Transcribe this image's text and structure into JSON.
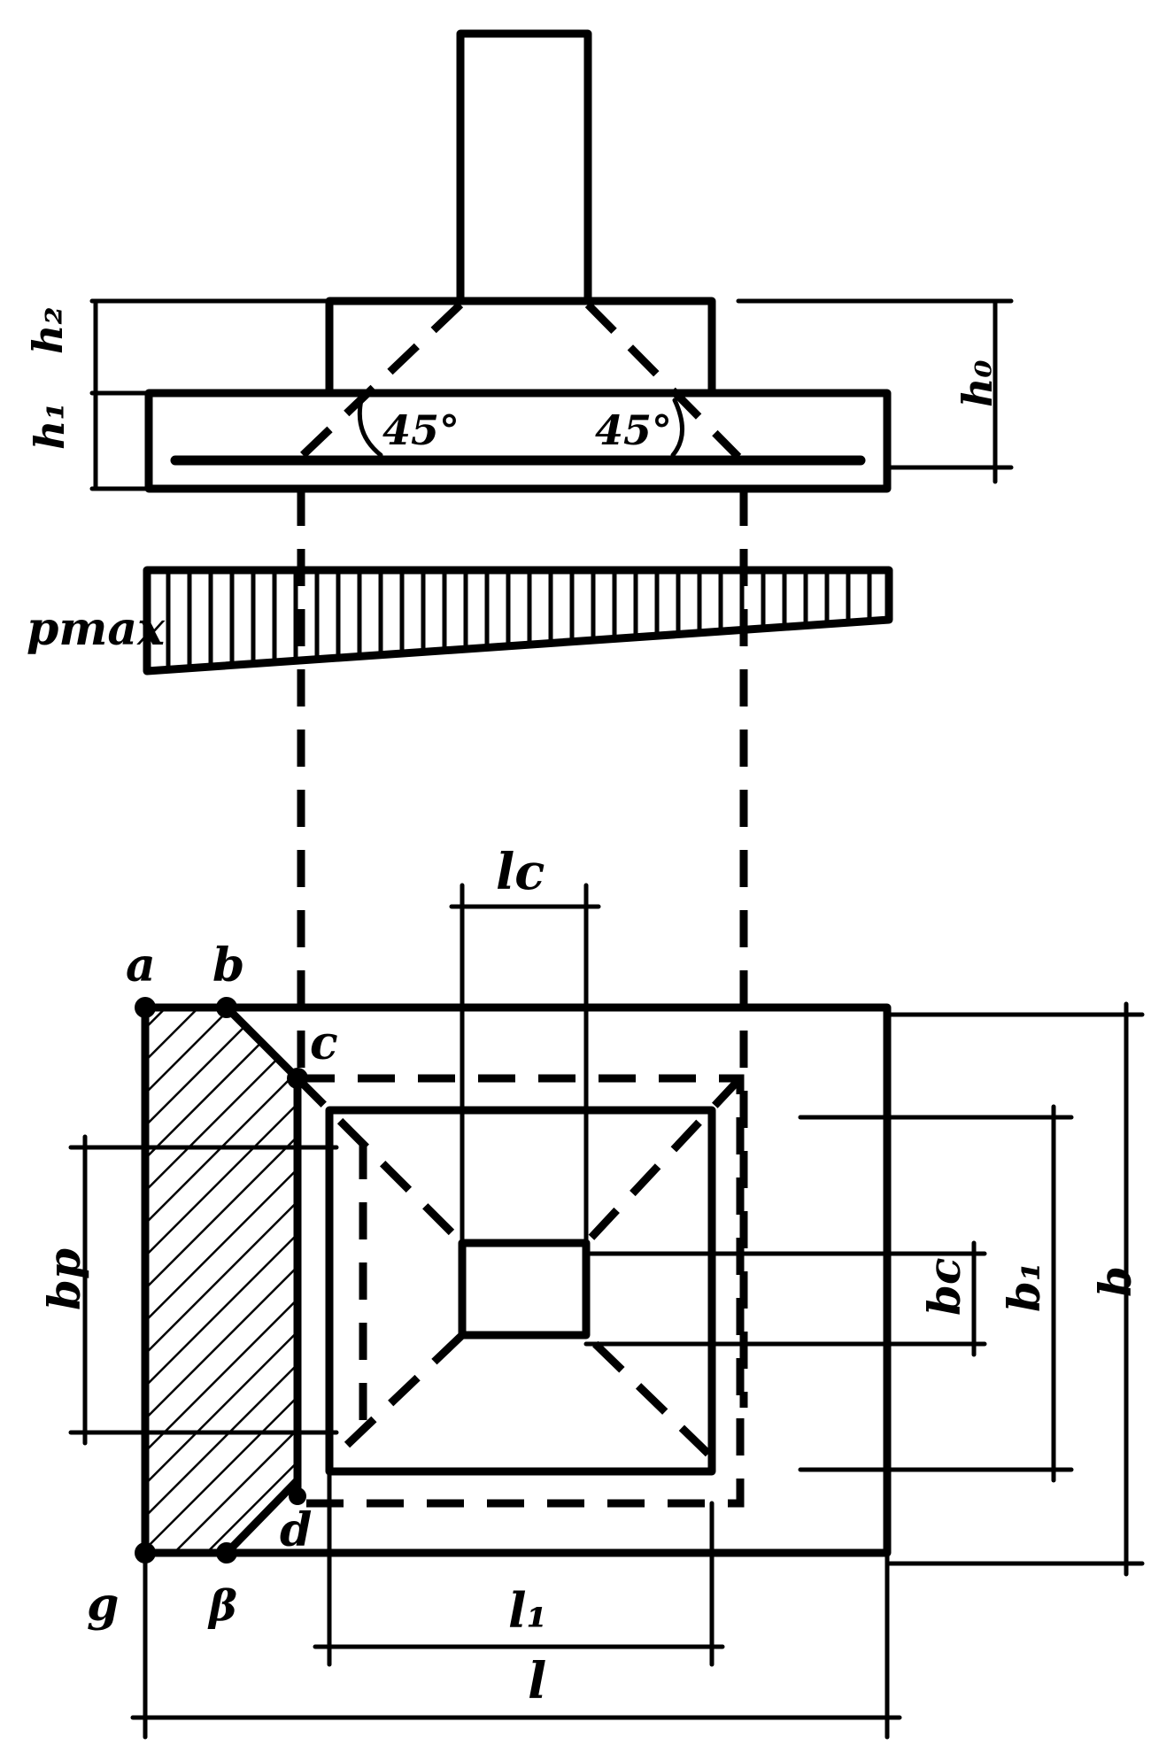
{
  "labels": {
    "h2": "h₂",
    "h1": "h₁",
    "h0": "h₀",
    "angle_left": "45°",
    "angle_right": "45°",
    "pmax": "pmax",
    "lc": "lc",
    "l1": "l₁",
    "l": "l",
    "bp": "bp",
    "bc": "bc",
    "b1": "b₁",
    "b": "b",
    "pt_a": "a",
    "pt_b": "b",
    "pt_c": "c",
    "pt_d": "d",
    "pt_g": "g",
    "pt_beta": "β"
  }
}
